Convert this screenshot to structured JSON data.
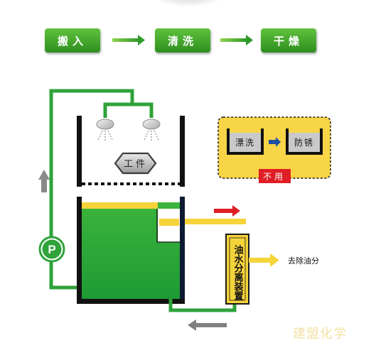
{
  "process_steps": [
    "搬入",
    "清洗",
    "干燥"
  ],
  "workpiece_label": "工件",
  "pump_label": "P",
  "alt_steps": [
    "漂洗",
    "防锈"
  ],
  "not_used_label": "不用",
  "separator_label": "油水分离装置",
  "oil_output_label": "去除油分",
  "watermark": "建盟化学",
  "colors": {
    "green": "#2fa23a",
    "tank_liquid": "#23a83a",
    "yellow": "#f5d33a",
    "red": "#e01e25",
    "gray_arrow": "#808080",
    "panel_fill": "#f8d546"
  }
}
